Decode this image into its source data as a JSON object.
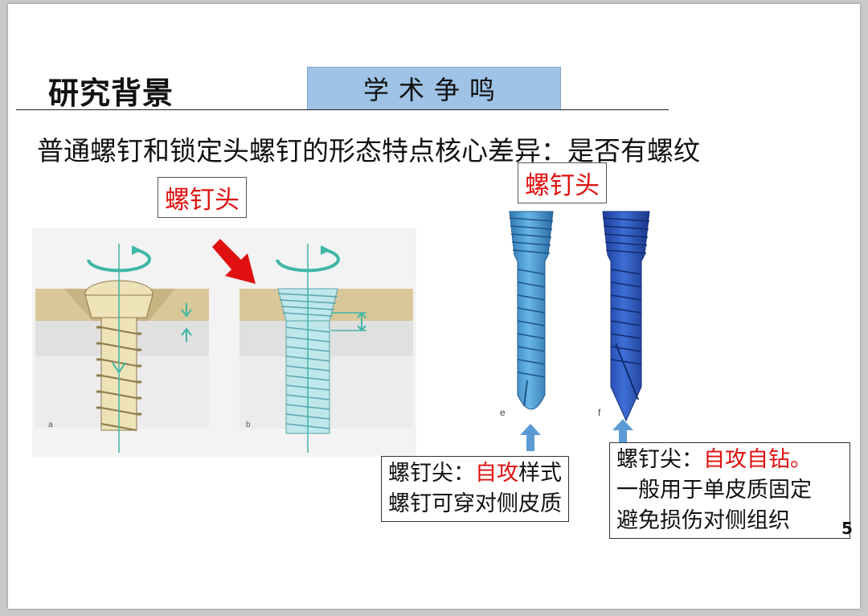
{
  "title": "研究背景",
  "badge": "学术争鸣",
  "subtitle": "普通螺钉和锁定头螺钉的形态特点核心差异：是否有螺纹",
  "labels": {
    "head_left": "螺钉头",
    "head_right": "螺钉头"
  },
  "figure_left": {
    "panel_a": "a",
    "panel_b": "b"
  },
  "figure_right": {
    "panel_e": "e",
    "panel_f": "f"
  },
  "note_left": {
    "line1_prefix": "螺钉尖：",
    "line1_red": "自攻",
    "line1_suffix": "样式",
    "line2": "螺钉可穿对侧皮质"
  },
  "note_right": {
    "line1_prefix": "螺钉尖：",
    "line1_red": "自攻自钻。",
    "line2": "一般用于单皮质固定",
    "line3": "避免损伤对侧组织"
  },
  "page_number": "5",
  "colors": {
    "accent_red": "#e01010",
    "badge_bg": "#9ec3e6",
    "arrow_blue": "#5b9bd5"
  }
}
